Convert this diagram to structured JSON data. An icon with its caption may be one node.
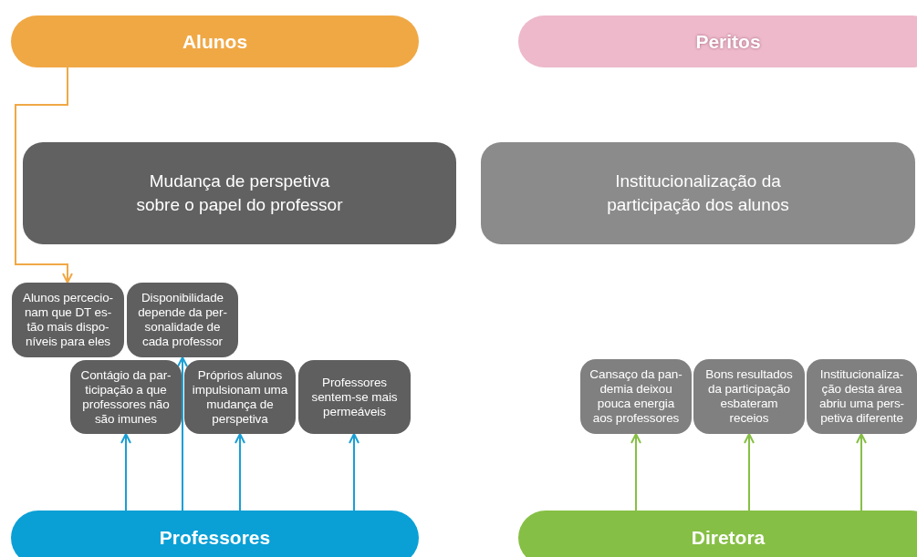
{
  "diagram": {
    "nodes": [
      {
        "text": [
          "Alunos"
        ]
      },
      {
        "text": [
          "Peritos"
        ]
      },
      {
        "text": [
          "Mudança de perspetiva sobre o papel do professor"
        ]
      },
      {
        "text": [
          "Institucionalização da participação dos alunos"
        ]
      },
      {
        "text": [
          "Alunos percecio- nam que DT es- tão mais dispo- níveis para eles"
        ]
      },
      {
        "text": [
          "Disponibilidade depende da per- sonalidade de cada professor"
        ]
      },
      {
        "text": [
          "Contágio da par- ticipação a que professores não são imunes"
        ]
      },
      {
        "text": [
          "Próprios alunos impulsionam uma mudança de perspetiva"
        ]
      },
      {
        "text": [
          "Professores sentem-se mais permeáveis"
        ]
      },
      {
        "text": [
          "Cansaço da pan- demia deixou pouca energia aos professores"
        ]
      },
      {
        "text": [
          "Bons resultados da participação esbateram receios"
        ]
      },
      {
        "text": [
          "Institucionaliza- ção desta área abriu uma pers- petiva diferente"
        ]
      },
      {
        "text": [
          "Professores"
        ]
      },
      {
        "text": [
          "Diretora"
        ]
      }
    ],
    "edges": [
      {
        "from": 0,
        "to": 4,
        "arrow": "to",
        "color": "#f0a845"
      },
      {
        "from": 12,
        "to": 6,
        "arrow": "to",
        "color": "#1a9fd4"
      },
      {
        "from": 12,
        "to": 5,
        "arrow": "to",
        "color": "#1a9fd4"
      },
      {
        "from": 12,
        "to": 7,
        "arrow": "to",
        "color": "#1a9fd4"
      },
      {
        "from": 12,
        "to": 8,
        "arrow": "to",
        "color": "#1a9fd4"
      },
      {
        "from": 13,
        "to": 9,
        "arrow": "to",
        "color": "#86bf45"
      },
      {
        "from": 13,
        "to": 10,
        "arrow": "to",
        "color": "#86bf45"
      },
      {
        "from": 13,
        "to": 11,
        "arrow": "to",
        "color": "#86bf45"
      }
    ]
  }
}
